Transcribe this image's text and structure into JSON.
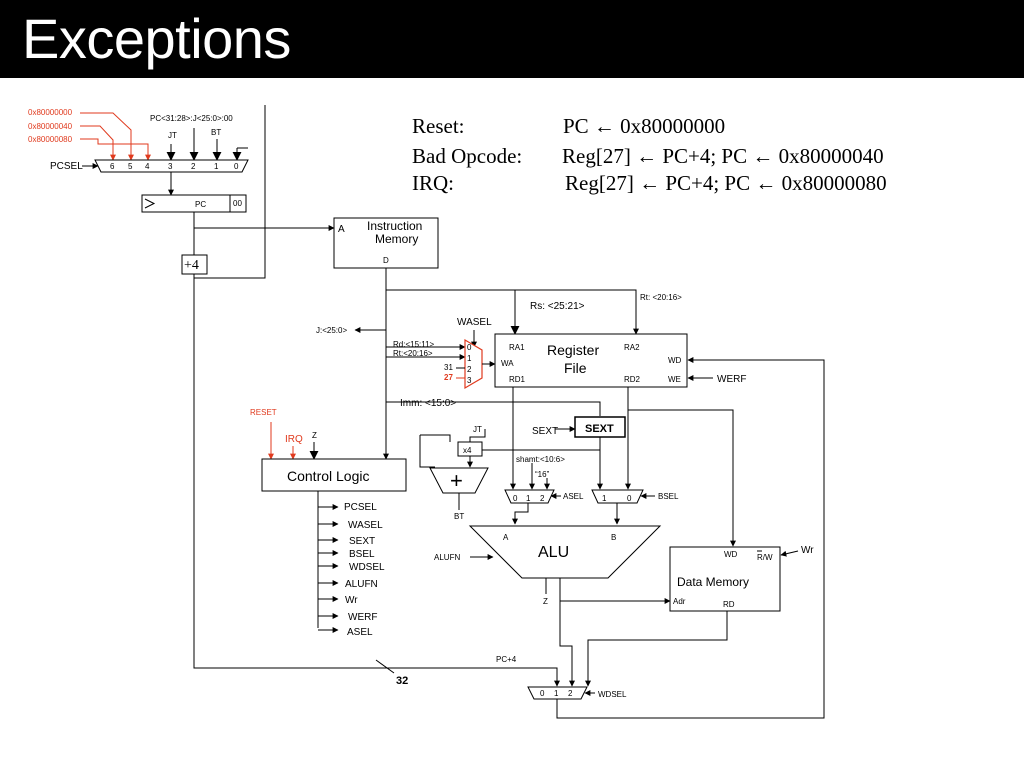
{
  "title": "Exceptions",
  "equations": [
    {
      "name": "Reset:",
      "expr": "PC ←  0x80000000"
    },
    {
      "name": "Bad Opcode:",
      "expr": "Reg[27] ← PC+4;  PC ← 0x80000040"
    },
    {
      "name": "IRQ:",
      "expr": "Reg[27] ← PC+4;  PC ← 0x80000080"
    }
  ],
  "diagram": {
    "pc_addresses": [
      "0x80000000",
      "0x80000040",
      "0x80000080"
    ],
    "pc_jump_label": "PC<31:28>:J<25:0>:00",
    "jt": "JT",
    "bt": "BT",
    "pcsel": "PCSEL",
    "pcsel_inputs": [
      "6",
      "5",
      "4",
      "3",
      "2",
      "1",
      "0"
    ],
    "pc_reg": "PC",
    "pc_reg_low": "00",
    "plus4": "+4",
    "imem_title_1": "Instruction",
    "imem_title_2": "Memory",
    "imem_a": "A",
    "imem_d": "D",
    "rt_field": "Rt: <20:16>",
    "rs_field": "Rs: <25:21>",
    "j_field": "J:<25:0>",
    "wasel": "WASEL",
    "rd_field": "Rd:<15:11>",
    "rt_field2": "Rt:<20:16>",
    "wasel_const_31": "31",
    "wasel_const_27": "27",
    "wasel_inputs": [
      "0",
      "1",
      "2",
      "3"
    ],
    "rf_ra1": "RA1",
    "rf_ra2": "RA2",
    "rf_title_1": "Register",
    "rf_title_2": "File",
    "rf_wa": "WA",
    "rf_wd": "WD",
    "rf_rd1": "RD1",
    "rf_rd2": "RD2",
    "rf_we": "WE",
    "werf": "WERF",
    "imm_field": "Imm: <15:0>",
    "reset": "RESET",
    "irq": "IRQ",
    "z": "Z",
    "control_logic": "Control Logic",
    "control_signals": [
      "PCSEL",
      "WASEL",
      "SEXT",
      "BSEL",
      "WDSEL",
      "ALUFN",
      "Wr",
      "WERF",
      "ASEL"
    ],
    "jt2": "JT",
    "x4": "x4",
    "sext_in": "SEXT",
    "sext_box": "SEXT",
    "shamt": "shamt:<10:6>",
    "const16": "“16”",
    "adder_plus": "+",
    "asel_inputs": [
      "0",
      "1",
      "2"
    ],
    "asel": "ASEL",
    "bsel_inputs": [
      "1",
      "0"
    ],
    "bsel": "BSEL",
    "bt2": "BT",
    "alu_a": "A",
    "alu_b": "B",
    "alu": "ALU",
    "alufn": "ALUFN",
    "z2": "Z",
    "dm_wd": "WD",
    "dm_rw": "R/W",
    "dm_r": "R",
    "dm_wr": "Wr",
    "dm_title": "Data Memory",
    "dm_adr": "Adr",
    "dm_rd": "RD",
    "pc4": "PC+4",
    "bus_width": "32",
    "wdsel_inputs": [
      "0",
      "1",
      "2"
    ],
    "wdsel": "WDSEL"
  },
  "colors": {
    "title_bg": "#000000",
    "title_fg": "#ffffff",
    "accent_red": "#e03a1e"
  }
}
